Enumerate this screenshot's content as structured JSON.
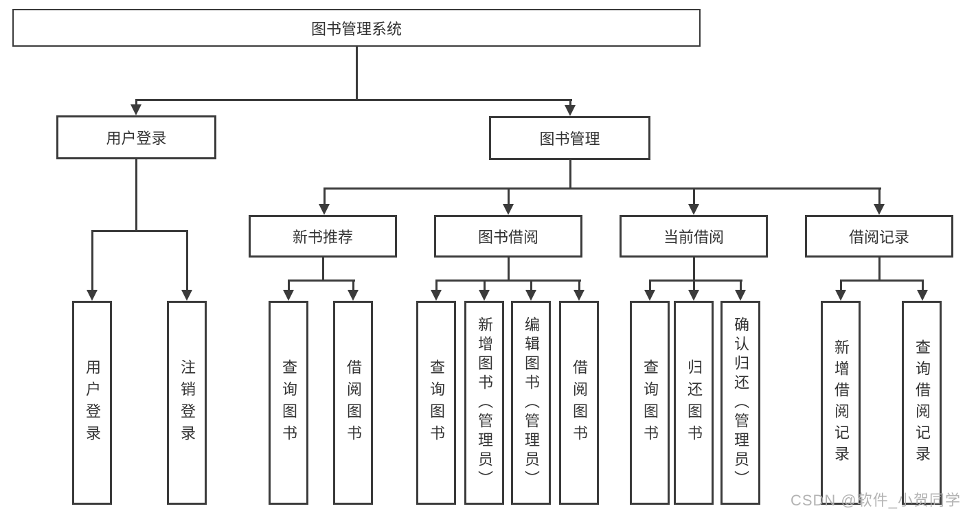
{
  "colors": {
    "line_color": "#3b3b3b",
    "text_color": "#333333",
    "watermark_color": "#afafaf",
    "background": "#ffffff"
  },
  "diagram": {
    "root": {
      "label": "图书管理系统"
    },
    "level2": [
      {
        "label": "用户登录"
      },
      {
        "label": "图书管理"
      }
    ],
    "level3": [
      {
        "label": "新书推荐"
      },
      {
        "label": "图书借阅"
      },
      {
        "label": "当前借阅"
      },
      {
        "label": "借阅记录"
      }
    ],
    "leaves": {
      "user_login": [
        {
          "label": "用户登录"
        },
        {
          "label": "注销登录"
        }
      ],
      "new_book_recommendation": [
        {
          "label": "查询图书"
        },
        {
          "label": "借阅图书"
        }
      ],
      "book_borrowing": [
        {
          "label": "查询图书"
        },
        {
          "label": "新增图书（管理员）"
        },
        {
          "label": "编辑图书（管理员）"
        },
        {
          "label": "借阅图书"
        }
      ],
      "current_borrowing": [
        {
          "label": "查询图书"
        },
        {
          "label": "归还图书"
        },
        {
          "label": "确认归还（管理员）"
        }
      ],
      "borrowing_records": [
        {
          "label": "新增借阅记录"
        },
        {
          "label": "查询借阅记录"
        }
      ]
    },
    "watermark": "CSDN @软件_小贺同学"
  }
}
